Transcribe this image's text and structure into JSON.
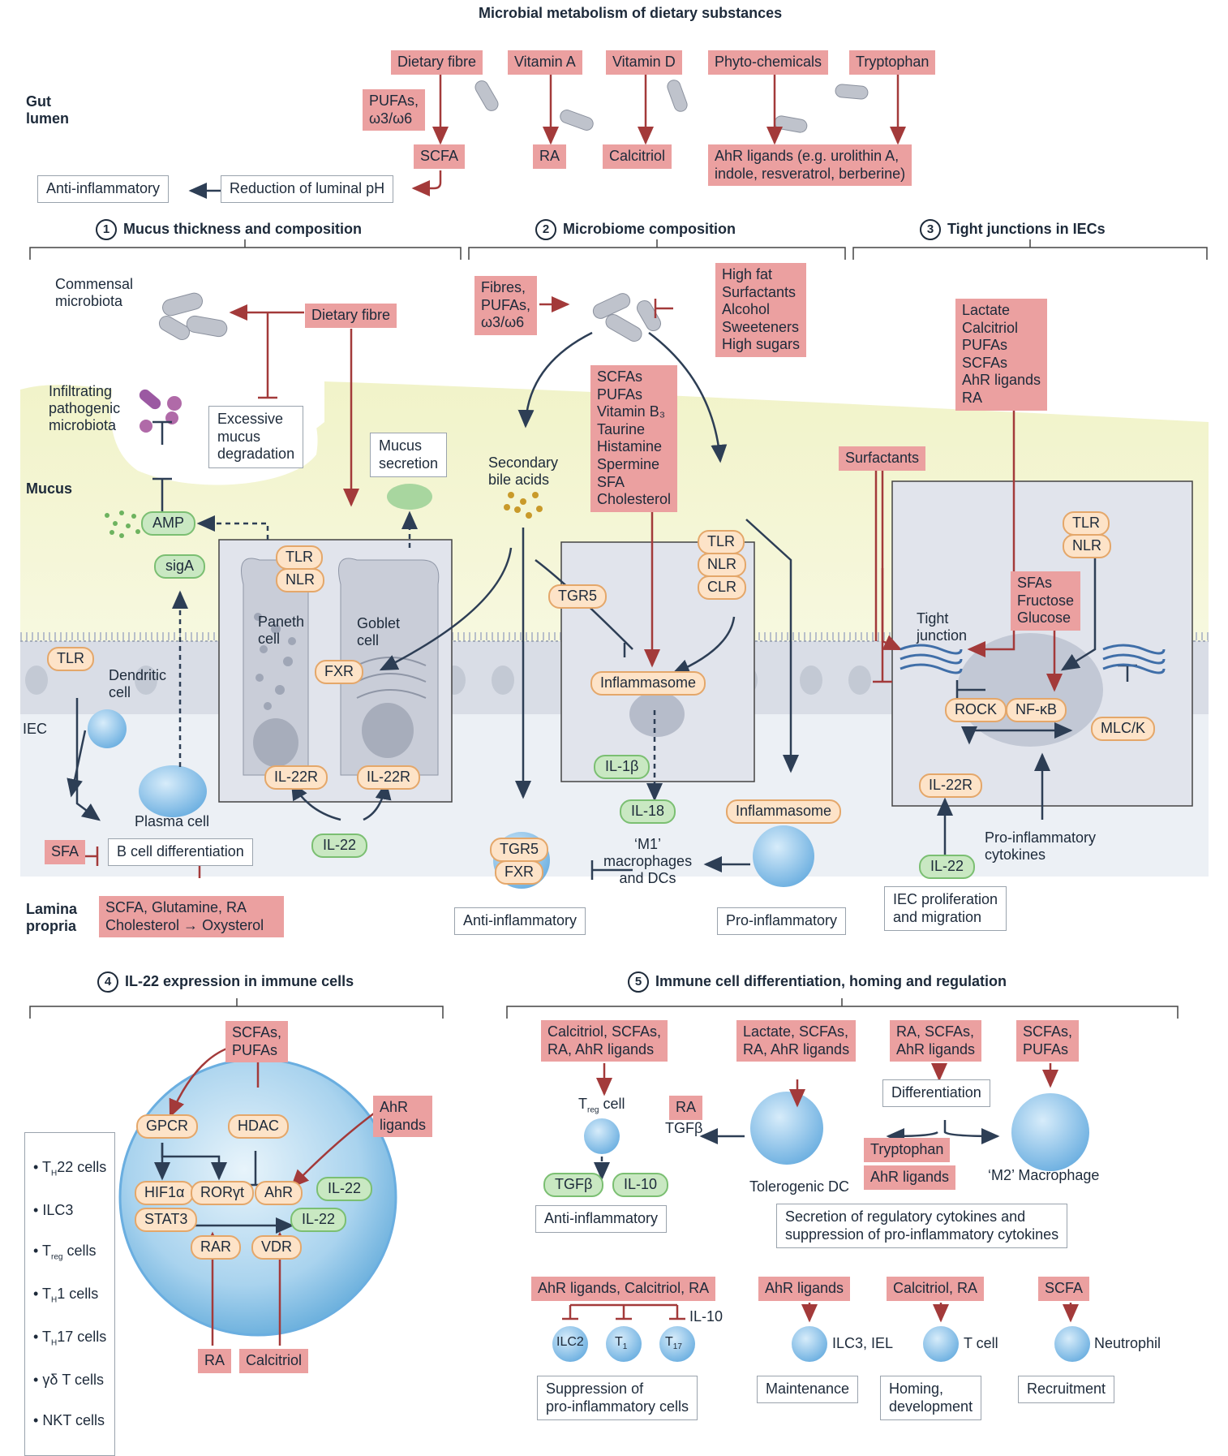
{
  "title": "Microbial metabolism of dietary substances",
  "regions": {
    "gut_lumen": "Gut\nlumen",
    "mucus": "Mucus",
    "iec": "IEC",
    "lamina_propria": "Lamina\npropria"
  },
  "top": {
    "inputs": [
      "Dietary fibre",
      "Vitamin A",
      "Vitamin D",
      "Phyto-chemicals",
      "Tryptophan"
    ],
    "pufas": "PUFAs,\nω3/ω6",
    "products": [
      "SCFA",
      "RA",
      "Calcitriol",
      "AhR ligands (e.g. urolithin A,\nindole, resveratrol, berberine)"
    ],
    "anti_inflammatory": "Anti-inflammatory",
    "reduction": "Reduction of luminal pH"
  },
  "panel1": {
    "num": "1",
    "title": "Mucus thickness and composition",
    "commensal": "Commensal\nmicrobiota",
    "dietary_fibre": "Dietary fibre",
    "infiltrating": "Infiltrating\npathogenic\nmicrobiota",
    "excessive": "Excessive\nmucus\ndegradation",
    "mucus_secretion": "Mucus\nsecretion",
    "amp": "AMP",
    "siga": "sigA",
    "tlr": "TLR",
    "nlr": "NLR",
    "paneth": "Paneth\ncell",
    "goblet": "Goblet\ncell",
    "fxr": "FXR",
    "tlr_left": "TLR",
    "dendritic": "Dendritic\ncell",
    "il22r_a": "IL-22R",
    "il22r_b": "IL-22R",
    "il22": "IL-22",
    "plasma": "Plasma cell",
    "sfa": "SFA",
    "b_cell": "B cell differentiation",
    "nutrients": "SCFA, Glutamine, RA\nCholesterol",
    "oxysterol": "Oxysterol"
  },
  "panel2": {
    "num": "2",
    "title": "Microbiome composition",
    "fibres": "Fibres,\nPUFAs,\nω3/ω6",
    "high_fat": "High fat\nSurfactants\nAlcohol\nSweeteners\nHigh sugars",
    "scfas_list": "SCFAs\nPUFAs\nVitamin B₃\nTaurine\nHistamine\nSpermine\nSFA\nCholesterol",
    "secondary": "Secondary\nbile acids",
    "tgr5": "TGR5",
    "tlr": "TLR",
    "nlr": "NLR",
    "clr": "CLR",
    "inflammasome": "Inflammasome",
    "il1b": "IL-1β",
    "il18": "IL-18",
    "inflammasome2": "Inflammasome",
    "tgr5_b": "TGR5",
    "fxr_b": "FXR",
    "m1": "‘M1’\nmacrophages\nand DCs",
    "anti": "Anti-inflammatory",
    "pro": "Pro-inflammatory"
  },
  "panel3": {
    "num": "3",
    "title": "Tight junctions in IECs",
    "lactate": "Lactate\nCalcitriol\nPUFAs\nSCFAs\nAhR ligands\nRA",
    "surfactants": "Surfactants",
    "tlr": "TLR",
    "nlr": "NLR",
    "sfas": "SFAs\nFructose\nGlucose",
    "tight": "Tight\njunction",
    "rock": "ROCK",
    "nfkb": "NF-κB",
    "mlck": "MLC/K",
    "il22r": "IL-22R",
    "il22": "IL-22",
    "pro_cyto": "Pro-inflammatory\ncytokines",
    "prolif": "IEC proliferation\nand migration"
  },
  "panel4": {
    "num": "4",
    "title": "IL-22 expression in immune cells",
    "scfas": "SCFAs,\nPUFAs",
    "gpcr": "GPCR",
    "hdac": "HDAC",
    "ahr_ligands": "AhR\nligands",
    "hif1a": "HIF1α",
    "rorgt": "RORγt",
    "ahr": "AhR",
    "il22_a": "IL-22",
    "stat3": "STAT3",
    "il22_b": "IL-22",
    "rar": "RAR",
    "vdr": "VDR",
    "ra": "RA",
    "calcitriol": "Calcitriol",
    "cells": [
      {
        "main": "T",
        "sub": "H",
        "rest": "22 cells"
      },
      {
        "main": "ILC3",
        "sub": "",
        "rest": ""
      },
      {
        "main": "T",
        "sub": "reg",
        "rest": " cells"
      },
      {
        "main": "T",
        "sub": "H",
        "rest": "1 cells"
      },
      {
        "main": "T",
        "sub": "H",
        "rest": "17 cells"
      },
      {
        "main": "γδ T  cells",
        "sub": "",
        "rest": ""
      },
      {
        "main": "NKT  cells",
        "sub": "",
        "rest": ""
      }
    ]
  },
  "panel5": {
    "num": "5",
    "title": "Immune cell differentiation, homing and regulation",
    "calcitriol_scfas": "Calcitriol, SCFAs,\nRA, AhR ligands",
    "lactate_scfas": "Lactate, SCFAs,\nRA, AhR ligands",
    "ra_scfas": "RA, SCFAs,\nAhR ligands",
    "scfas_pufas": "SCFAs,\nPUFAs",
    "treg_main": "T",
    "treg_sub": "reg",
    "treg_rest": " cell",
    "ra": "RA",
    "tgfb_text": "TGFβ",
    "tgfb": "TGFβ",
    "il10": "IL-10",
    "differentiation": "Differentiation",
    "tryptophan": "Tryptophan",
    "ahr_ligands": "AhR ligands",
    "tolerogenic": "Tolerogenic DC",
    "m2": "‘M2’ Macrophage",
    "anti": "Anti-inflammatory",
    "secretion": "Secretion of regulatory cytokines and\nsuppression of pro-inflammatory cytokines",
    "ahr_calc_ra": "AhR ligands, Calcitriol, RA",
    "il10_b": "IL-10",
    "ilc2": "ILC2",
    "th1_sub": "1",
    "th17_sub": "17",
    "ahr_b": "AhR ligands",
    "calc_ra": "Calcitriol, RA",
    "scfa": "SCFA",
    "ilc3_iel": "ILC3, IEL",
    "t_cell": "T cell",
    "neutrophil": "Neutrophil",
    "suppression": "Suppression of\npro-inflammatory cells",
    "maintenance": "Maintenance",
    "homing": "Homing,\ndevelopment",
    "recruitment": "Recruitment"
  }
}
